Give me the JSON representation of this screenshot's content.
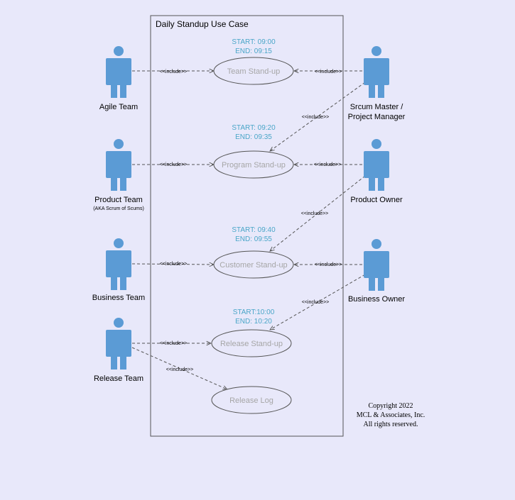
{
  "title": "Daily Standup Use Case",
  "include_label": "<<include>>",
  "actors": {
    "agile_team": "Agile Team",
    "product_team": "Product Team",
    "product_team_note": "(AKA Scrum of Scums)",
    "business_team": "Business Team",
    "release_team": "Release Team",
    "scrum_master_line1": "Srcum Master /",
    "scrum_master_line2": "Project Manager",
    "product_owner": "Product Owner",
    "business_owner": "Business Owner"
  },
  "use_cases": {
    "team": {
      "name": "Team Stand-up",
      "start": "START: 09:00",
      "end": "END: 09:15"
    },
    "program": {
      "name": "Program Stand-up",
      "start": "START: 09:20",
      "end": "END: 09:35"
    },
    "customer": {
      "name": "Customer Stand-up",
      "start": "START: 09:40",
      "end": "END: 09:55"
    },
    "release": {
      "name": "Release Stand-up",
      "start": "START:10:00",
      "end": "END: 10:20"
    },
    "release_log": {
      "name": "Release Log"
    }
  },
  "copyright": {
    "line1": "Copyright 2022",
    "line2": "MCL & Associates, Inc.",
    "line3": "All rights reserved."
  },
  "colors": {
    "actor": "#5b9bd5",
    "time_text": "#4aa6c8",
    "usecase_text": "#a6a6a6",
    "line": "#555555",
    "background": "#e8e8fa"
  }
}
